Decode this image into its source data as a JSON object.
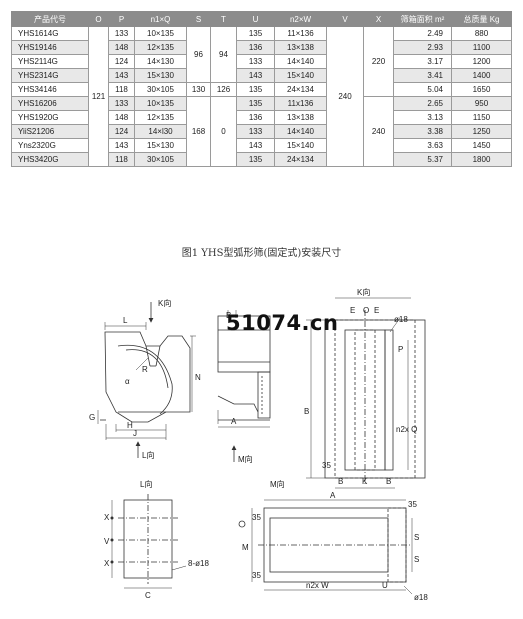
{
  "table": {
    "headers": [
      "产品代号",
      "O",
      "P",
      "n1×Q",
      "S",
      "T",
      "U",
      "n2×W",
      "V",
      "X",
      "筛箱面积 m²",
      "总质量 Kg"
    ],
    "rows": [
      [
        "YHS1614G",
        "133",
        "10×135",
        "135",
        "11×136",
        "2.49",
        "880"
      ],
      [
        "YHS19146",
        "148",
        "12×135",
        "136",
        "13×138",
        "2.93",
        "1100"
      ],
      [
        "YHS2114G",
        "124",
        "14×130",
        "133",
        "14×140",
        "3.17",
        "1200"
      ],
      [
        "YHS2314G",
        "143",
        "15×130",
        "143",
        "15×140",
        "3.41",
        "1400"
      ],
      [
        "YHS34146",
        "118",
        "30×105",
        "135",
        "24×134",
        "5.04",
        "1650"
      ],
      [
        "YHS16206",
        "133",
        "10×135",
        "135",
        "11x136",
        "2.65",
        "950"
      ],
      [
        "YHS1920G",
        "148",
        "12×135",
        "136",
        "13×138",
        "3.13",
        "1150"
      ],
      [
        "YiiS21206",
        "124",
        "14×l30",
        "133",
        "14×140",
        "3.38",
        "1250"
      ],
      [
        "Yns2320G",
        "143",
        "15×130",
        "143",
        "15×140",
        "3.63",
        "1450"
      ],
      [
        "YHS3420G",
        "118",
        "30×105",
        "135",
        "24×134",
        "5.37",
        "1800"
      ]
    ],
    "merged": {
      "O": "121",
      "S_top": "96",
      "T_top": "94",
      "S_mid": "130",
      "T_mid": "126",
      "S_bottom": "168",
      "T_bottom": "0",
      "V": "240",
      "X_top": "220",
      "X_bottom": "240"
    }
  },
  "caption": "图1 YHS型弧形筛(固定式)安装尺寸",
  "watermark": "51074.cn",
  "drawing_labels": {
    "k_view_top": "K向",
    "k_view_title": "K向",
    "l_arrow": "L向",
    "m_arrow": "M向",
    "l_view_title": "L向",
    "m_view_title": "M向",
    "L": "L",
    "N": "N",
    "R": "R",
    "G": "G",
    "H": "H",
    "J": "J",
    "A": "A",
    "B": "B",
    "E": "E",
    "O": "O",
    "P": "P",
    "Q": "n2x Q",
    "phi18": "ø18",
    "dim35": "35",
    "K": "K",
    "S": "S",
    "W": "n2x W",
    "U": "U",
    "X": "X",
    "V": "V",
    "C": "C",
    "M": "M",
    "holes": "8-ø18",
    "alpha": "α"
  }
}
